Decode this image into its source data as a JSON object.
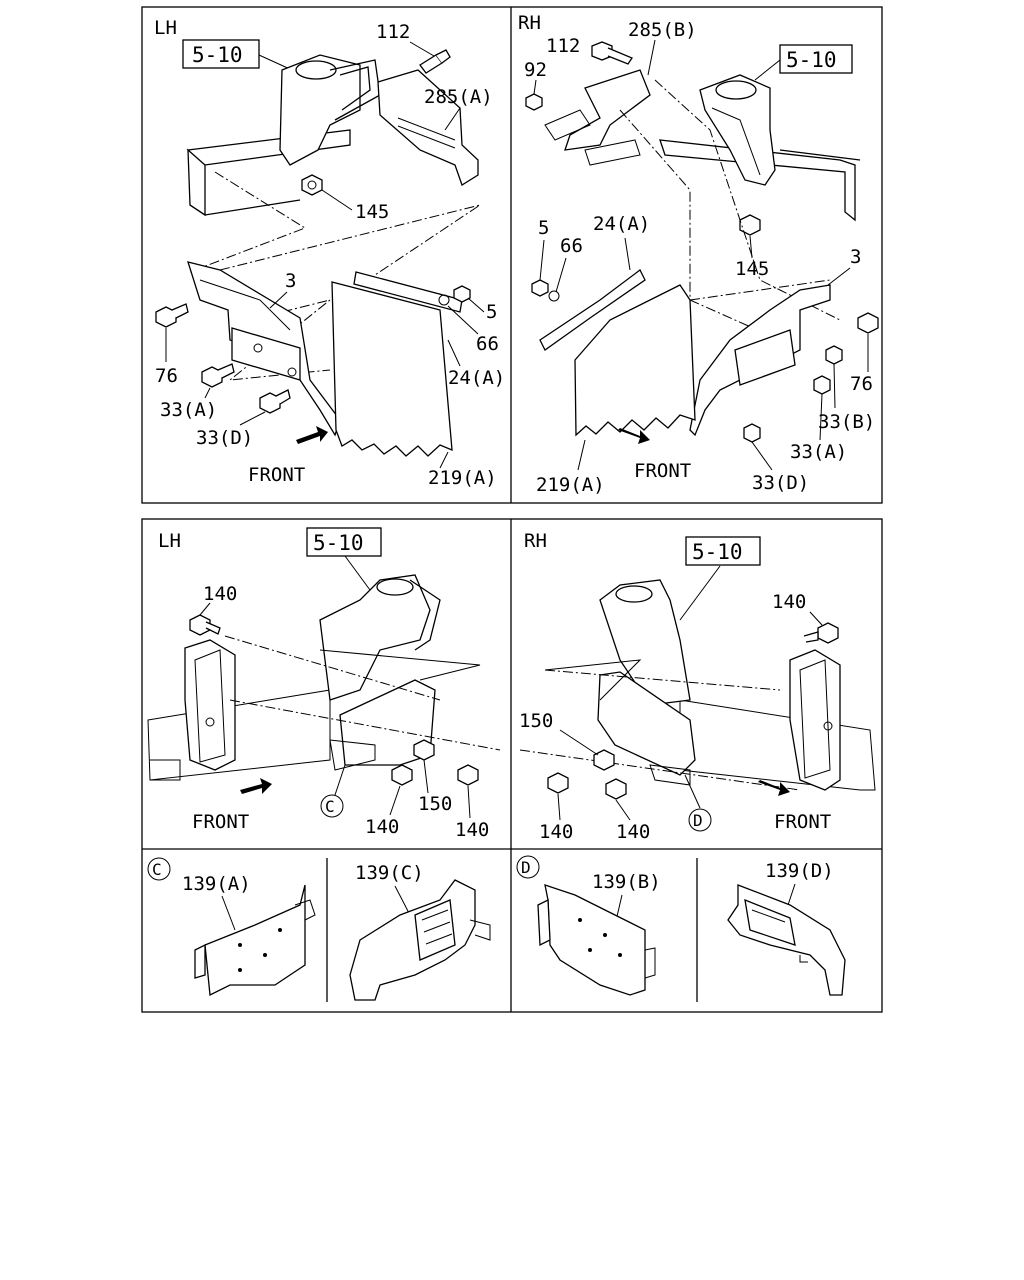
{
  "panels": {
    "top_left": {
      "side": "LH",
      "ref": "5-10",
      "front": "FRONT",
      "parts": [
        "112",
        "285(A)",
        "145",
        "3",
        "76",
        "33(A)",
        "33(D)",
        "5",
        "66",
        "24(A)",
        "219(A)"
      ]
    },
    "top_right": {
      "side": "RH",
      "ref": "5-10",
      "front": "FRONT",
      "parts": [
        "112",
        "285(B)",
        "92",
        "145",
        "5",
        "66",
        "24(A)",
        "3",
        "76",
        "33(B)",
        "33(A)",
        "33(D)",
        "219(A)"
      ]
    },
    "mid_left": {
      "side": "LH",
      "ref": "5-10",
      "front": "FRONT",
      "detail": "C",
      "parts": [
        "140",
        "150",
        "140",
        "140"
      ]
    },
    "mid_right": {
      "side": "RH",
      "ref": "5-10",
      "front": "FRONT",
      "detail": "D",
      "parts": [
        "140",
        "150",
        "140",
        "140"
      ]
    },
    "detail_c": {
      "marker": "C",
      "parts": [
        "139(A)",
        "139(C)"
      ]
    },
    "detail_d": {
      "marker": "D",
      "parts": [
        "139(B)",
        "139(D)"
      ]
    }
  }
}
